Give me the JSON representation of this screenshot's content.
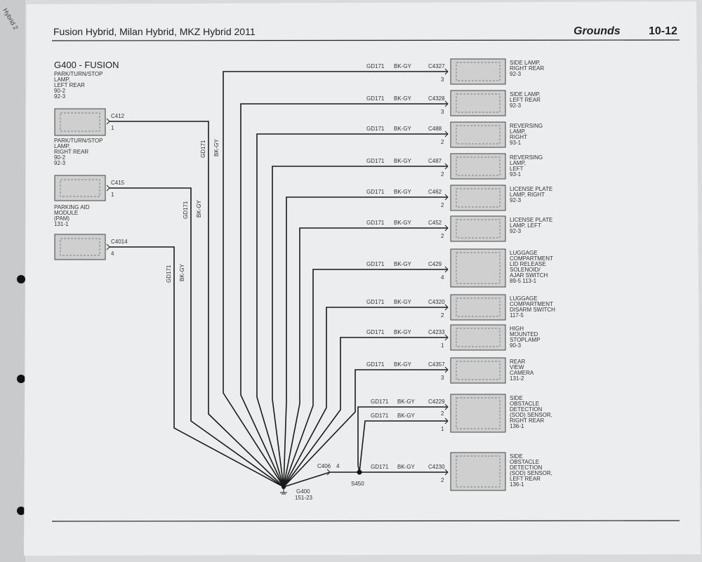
{
  "header": {
    "title": "Fusion Hybrid, Milan Hybrid, MKZ Hybrid 2011",
    "section": "Grounds",
    "page": "10-12",
    "tab": "Hybrid 2"
  },
  "diagram": {
    "title": "G400 - FUSION",
    "ground": {
      "name": "G400",
      "ref": "151-23"
    },
    "splice": {
      "name": "S450"
    },
    "splice_connector": {
      "name": "C406",
      "pin": "4"
    },
    "left_components": [
      {
        "lines": [
          "PARK/TURN/STOP",
          "LAMP,",
          "LEFT REAR",
          "90-2",
          "92-3"
        ],
        "connector": "C412",
        "pin": "1",
        "wire": "GD171",
        "color": "BK-GY"
      },
      {
        "lines": [
          "PARK/TURN/STOP",
          "LAMP,",
          "RIGHT REAR",
          "90-2",
          "92-3"
        ],
        "connector": "C415",
        "pin": "1",
        "wire": "GD171",
        "color": "BK-GY"
      },
      {
        "lines": [
          "PARKING AID",
          "MODULE",
          "(PAM)",
          "131-1"
        ],
        "connector": "C4014",
        "pin": "4",
        "wire": "GD171",
        "color": "BK-GY"
      }
    ],
    "right_components": [
      {
        "lines": [
          "SIDE LAMP,",
          "RIGHT REAR",
          "92-3"
        ],
        "connector": "C4327",
        "pin": "3",
        "wire": "GD171",
        "color": "BK-GY"
      },
      {
        "lines": [
          "SIDE LAMP,",
          "LEFT REAR",
          "92-3"
        ],
        "connector": "C4328",
        "pin": "3",
        "wire": "GD171",
        "color": "BK-GY"
      },
      {
        "lines": [
          "REVERSING",
          "LAMP,",
          "RIGHT",
          "93-1"
        ],
        "connector": "C488",
        "pin": "2",
        "wire": "GD171",
        "color": "BK-GY"
      },
      {
        "lines": [
          "REVERSING",
          "LAMP,",
          "LEFT",
          "93-1"
        ],
        "connector": "C487",
        "pin": "2",
        "wire": "GD171",
        "color": "BK-GY"
      },
      {
        "lines": [
          "LICENSE PLATE",
          "LAMP, RIGHT",
          "92-3"
        ],
        "connector": "C462",
        "pin": "2",
        "wire": "GD171",
        "color": "BK-GY"
      },
      {
        "lines": [
          "LICENSE PLATE",
          "LAMP, LEFT",
          "92-3"
        ],
        "connector": "C452",
        "pin": "2",
        "wire": "GD171",
        "color": "BK-GY"
      },
      {
        "lines": [
          "LUGGAGE",
          "COMPARTMENT",
          "LID RELEASE",
          "SOLENOID/",
          "AJAR SWITCH",
          "89-5     113-1"
        ],
        "connector": "C429",
        "pin": "4",
        "wire": "GD171",
        "color": "BK-GY"
      },
      {
        "lines": [
          "LUGGAGE",
          "COMPARTMENT",
          "DISARM SWITCH",
          "117-5"
        ],
        "connector": "C4320",
        "pin": "2",
        "wire": "GD171",
        "color": "BK-GY"
      },
      {
        "lines": [
          "HIGH",
          "MOUNTED",
          "STOPLAMP",
          "90-3"
        ],
        "connector": "C4233",
        "pin": "1",
        "wire": "GD171",
        "color": "BK-GY"
      },
      {
        "lines": [
          "REAR",
          "VIEW",
          "CAMERA",
          "131-2"
        ],
        "connector": "C4357",
        "pin": "3",
        "wire": "GD171",
        "color": "BK-GY"
      },
      {
        "lines": [
          "SIDE",
          "OBSTACLE",
          "DETECTION",
          "(SOD) SENSOR,",
          "RIGHT REAR",
          "136-1"
        ],
        "connector": "C4229",
        "pins": [
          "2",
          "1"
        ],
        "wire": "GD171",
        "color": "BK-GY"
      },
      {
        "lines": [
          "SIDE",
          "OBSTACLE",
          "DETECTION",
          "(SOD) SENSOR,",
          "LEFT REAR",
          "136-1"
        ],
        "connector": "C4230",
        "pin": "2",
        "wire": "GD171",
        "color": "BK-GY"
      }
    ]
  }
}
